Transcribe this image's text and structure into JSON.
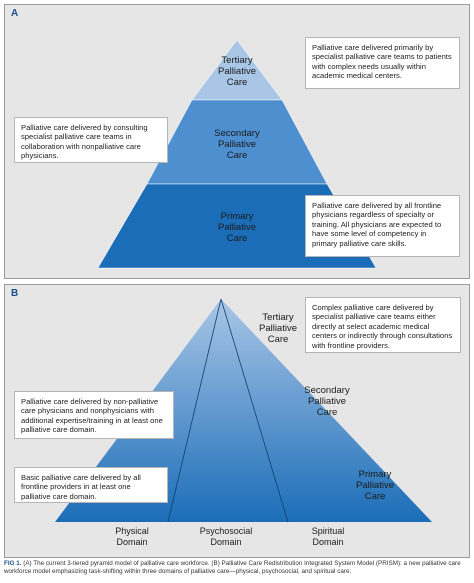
{
  "panel_a": {
    "letter": "A",
    "tiers": [
      {
        "label": "Tertiary\nPalliative\nCare",
        "color": "#a9c6e6"
      },
      {
        "label": "Secondary\nPalliative\nCare",
        "color": "#4d8fcf"
      },
      {
        "label": "Primary\nPalliative\nCare",
        "color": "#1b6db8"
      }
    ],
    "notes": [
      "Palliative care delivered primarily by specialist palliative care teams to patients with complex needs usually within academic medical centers.",
      "Palliative care delivered by consulting specialist palliative care teams in collaboration with nonpalliative care physicians.",
      "Palliative care delivered by all frontline physicians regardless of specialty or training. All physicians are expected to have some level of competency in primary palliative care skills."
    ]
  },
  "panel_b": {
    "letter": "B",
    "tiers": [
      {
        "label": "Tertiary\nPalliative\nCare"
      },
      {
        "label": "Secondary\nPalliative\nCare"
      },
      {
        "label": "Primary\nPalliative\nCare"
      }
    ],
    "notes": [
      "Complex palliative care delivered by specialist palliative care teams either directly at select academic medical centers or indirectly through consultations with frontline providers.",
      "Palliative care delivered by non-palliative care physicians and nonphysicians with additional expertise/training in at least one palliative care domain.",
      "Basic palliative care delivered by all frontline providers in at least one palliative care domain."
    ],
    "domains": [
      "Physical\nDomain",
      "Psychosocial\nDomain",
      "Spiritual\nDomain"
    ],
    "colors": {
      "top": "#a9c6e6",
      "bottom": "#1b6db8"
    }
  },
  "caption": {
    "label": "FIG 1.",
    "text": " (A) The current 3-tiered pyramid model of palliative care workforce. (B) Palliative Care Redistribution Integrated System Model (PRISM): a new palliative care workforce model emphasizing task-shifting within three domains of palliative care—physical, psychosocial, and spiritual care."
  }
}
